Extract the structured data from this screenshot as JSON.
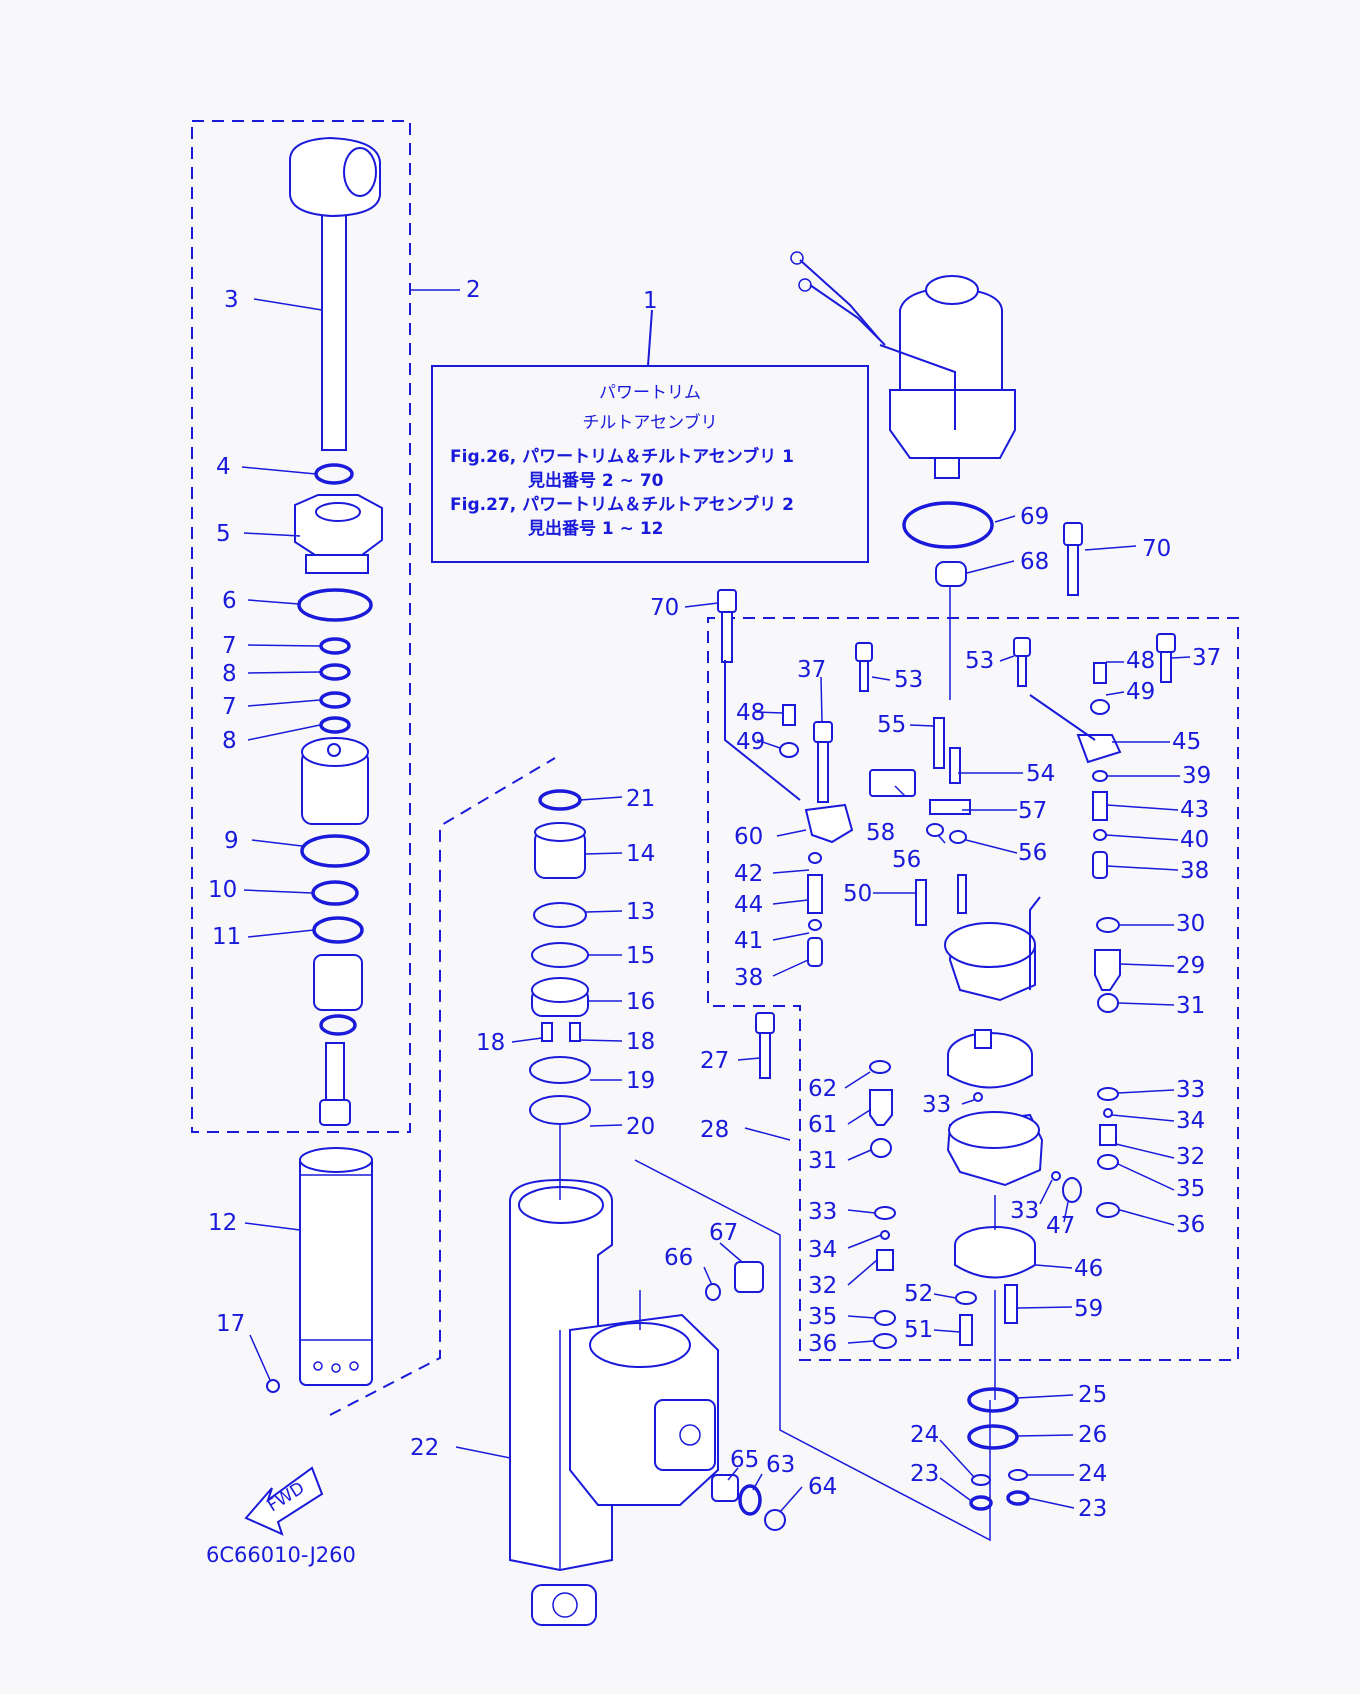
{
  "diagram": {
    "caption_box": {
      "title_line1": "パワートリム",
      "title_line2": "チルトアセンブリ",
      "ref1": "Fig.26, パワートリム＆チルトアセンブリ 1",
      "ref1_sub": "見出番号 2 ~ 70",
      "ref2": "Fig.27, パワートリム＆チルトアセンブリ 2",
      "ref2_sub": "見出番号 1 ~ 12"
    },
    "fwd_label": "FWD",
    "drawing_code": "6C66010-J260",
    "colors": {
      "line": "#1a1adb",
      "background": "#f8f8fa"
    },
    "callouts": [
      {
        "id": "c1",
        "text": "1"
      },
      {
        "id": "c2",
        "text": "2"
      },
      {
        "id": "c3",
        "text": "3"
      },
      {
        "id": "c4",
        "text": "4"
      },
      {
        "id": "c5",
        "text": "5"
      },
      {
        "id": "c6",
        "text": "6"
      },
      {
        "id": "c7a",
        "text": "7"
      },
      {
        "id": "c8a",
        "text": "8"
      },
      {
        "id": "c7b",
        "text": "7"
      },
      {
        "id": "c8b",
        "text": "8"
      },
      {
        "id": "c9",
        "text": "9"
      },
      {
        "id": "c10",
        "text": "10"
      },
      {
        "id": "c11",
        "text": "11"
      },
      {
        "id": "c12",
        "text": "12"
      },
      {
        "id": "c17",
        "text": "17"
      },
      {
        "id": "c22",
        "text": "22"
      },
      {
        "id": "c21",
        "text": "21"
      },
      {
        "id": "c14",
        "text": "14"
      },
      {
        "id": "c13",
        "text": "13"
      },
      {
        "id": "c15",
        "text": "15"
      },
      {
        "id": "c16",
        "text": "16"
      },
      {
        "id": "c18a",
        "text": "18"
      },
      {
        "id": "c18b",
        "text": "18"
      },
      {
        "id": "c19",
        "text": "19"
      },
      {
        "id": "c20",
        "text": "20"
      },
      {
        "id": "c66",
        "text": "66"
      },
      {
        "id": "c67",
        "text": "67"
      },
      {
        "id": "c65",
        "text": "65"
      },
      {
        "id": "c63",
        "text": "63"
      },
      {
        "id": "c64",
        "text": "64"
      },
      {
        "id": "c69",
        "text": "69"
      },
      {
        "id": "c68",
        "text": "68"
      },
      {
        "id": "c70a",
        "text": "70"
      },
      {
        "id": "c70b",
        "text": "70"
      },
      {
        "id": "c37a",
        "text": "37"
      },
      {
        "id": "c53a",
        "text": "53"
      },
      {
        "id": "c53b",
        "text": "53"
      },
      {
        "id": "c48a",
        "text": "48"
      },
      {
        "id": "c49a",
        "text": "49"
      },
      {
        "id": "c48b",
        "text": "48"
      },
      {
        "id": "c49b",
        "text": "49"
      },
      {
        "id": "c37b",
        "text": "37"
      },
      {
        "id": "c55",
        "text": "55"
      },
      {
        "id": "c54",
        "text": "54"
      },
      {
        "id": "c45",
        "text": "45"
      },
      {
        "id": "c39",
        "text": "39"
      },
      {
        "id": "c58",
        "text": "58"
      },
      {
        "id": "c57",
        "text": "57"
      },
      {
        "id": "c43",
        "text": "43"
      },
      {
        "id": "c60",
        "text": "60"
      },
      {
        "id": "c56a",
        "text": "56"
      },
      {
        "id": "c56b",
        "text": "56"
      },
      {
        "id": "c40",
        "text": "40"
      },
      {
        "id": "c38a",
        "text": "38"
      },
      {
        "id": "c42",
        "text": "42"
      },
      {
        "id": "c44",
        "text": "44"
      },
      {
        "id": "c50",
        "text": "50"
      },
      {
        "id": "c41",
        "text": "41"
      },
      {
        "id": "c30",
        "text": "30"
      },
      {
        "id": "c29",
        "text": "29"
      },
      {
        "id": "c38b",
        "text": "38"
      },
      {
        "id": "c31a",
        "text": "31"
      },
      {
        "id": "c27",
        "text": "27"
      },
      {
        "id": "c62",
        "text": "62"
      },
      {
        "id": "c33a",
        "text": "33"
      },
      {
        "id": "c33b",
        "text": "33"
      },
      {
        "id": "c34a",
        "text": "34"
      },
      {
        "id": "c61",
        "text": "61"
      },
      {
        "id": "c32a",
        "text": "32"
      },
      {
        "id": "c28",
        "text": "28"
      },
      {
        "id": "c31b",
        "text": "31"
      },
      {
        "id": "c35a",
        "text": "35"
      },
      {
        "id": "c33c",
        "text": "33"
      },
      {
        "id": "c33d",
        "text": "33"
      },
      {
        "id": "c47",
        "text": "47"
      },
      {
        "id": "c36a",
        "text": "36"
      },
      {
        "id": "c34b",
        "text": "34"
      },
      {
        "id": "c46",
        "text": "46"
      },
      {
        "id": "c32b",
        "text": "32"
      },
      {
        "id": "c52",
        "text": "52"
      },
      {
        "id": "c59",
        "text": "59"
      },
      {
        "id": "c35b",
        "text": "35"
      },
      {
        "id": "c51",
        "text": "51"
      },
      {
        "id": "c36b",
        "text": "36"
      },
      {
        "id": "c25",
        "text": "25"
      },
      {
        "id": "c26",
        "text": "26"
      },
      {
        "id": "c24a",
        "text": "24"
      },
      {
        "id": "c24b",
        "text": "24"
      },
      {
        "id": "c23a",
        "text": "23"
      },
      {
        "id": "c23b",
        "text": "23"
      }
    ]
  }
}
